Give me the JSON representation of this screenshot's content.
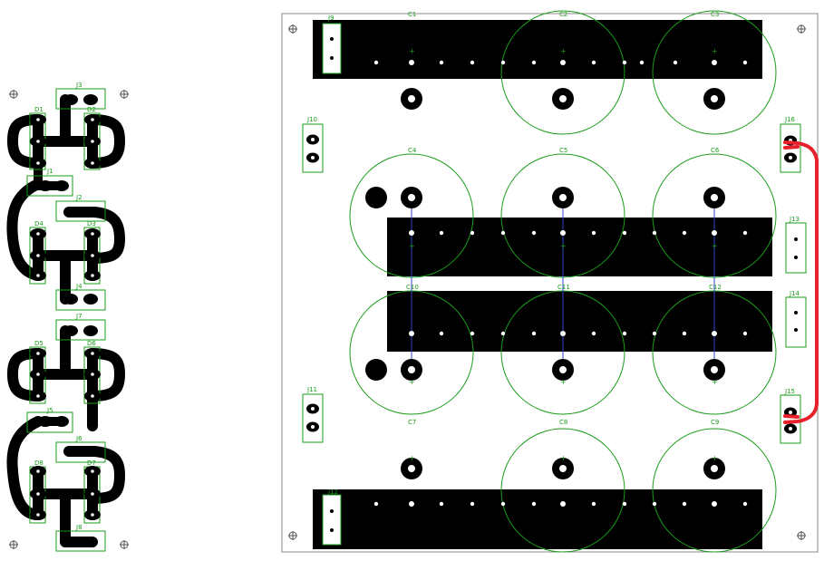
{
  "labels": {
    "left_components": [
      {
        "id": "lbl-j3",
        "text": "J3"
      },
      {
        "id": "lbl-d1",
        "text": "D1"
      },
      {
        "id": "lbl-d2",
        "text": "D2"
      },
      {
        "id": "lbl-j1",
        "text": "J1"
      },
      {
        "id": "lbl-j2",
        "text": "J2"
      },
      {
        "id": "lbl-d4",
        "text": "D4"
      },
      {
        "id": "lbl-d3",
        "text": "D3"
      },
      {
        "id": "lbl-j4",
        "text": "J4"
      },
      {
        "id": "lbl-j7",
        "text": "J7"
      },
      {
        "id": "lbl-d5",
        "text": "D5"
      },
      {
        "id": "lbl-d6",
        "text": "D6"
      },
      {
        "id": "lbl-j5",
        "text": "J5"
      },
      {
        "id": "lbl-j6",
        "text": "J6"
      },
      {
        "id": "lbl-d8",
        "text": "D8"
      },
      {
        "id": "lbl-d7",
        "text": "D7"
      },
      {
        "id": "lbl-j8",
        "text": "J8"
      }
    ],
    "right_components": [
      {
        "id": "lbl-j9",
        "text": "J9"
      },
      {
        "id": "lbl-c1",
        "text": "C1"
      },
      {
        "id": "lbl-c2",
        "text": "C2"
      },
      {
        "id": "lbl-c3",
        "text": "C3"
      },
      {
        "id": "lbl-j10",
        "text": "J10"
      },
      {
        "id": "lbl-j16",
        "text": "J16"
      },
      {
        "id": "lbl-c4",
        "text": "C4"
      },
      {
        "id": "lbl-c5",
        "text": "C5"
      },
      {
        "id": "lbl-c6",
        "text": "C6"
      },
      {
        "id": "lbl-j13",
        "text": "J13"
      },
      {
        "id": "lbl-c10",
        "text": "C10"
      },
      {
        "id": "lbl-c11",
        "text": "C11"
      },
      {
        "id": "lbl-c12",
        "text": "C12"
      },
      {
        "id": "lbl-j14",
        "text": "J14"
      },
      {
        "id": "lbl-j11",
        "text": "J11"
      },
      {
        "id": "lbl-j15",
        "text": "J15"
      },
      {
        "id": "lbl-c7",
        "text": "C7"
      },
      {
        "id": "lbl-c8",
        "text": "C8"
      },
      {
        "id": "lbl-c9",
        "text": "C9"
      },
      {
        "id": "lbl-j12",
        "text": "J12"
      }
    ]
  },
  "colors": {
    "copper": "#000000",
    "silkscreen": "#1a9c1a",
    "board_outline": "#888888",
    "wire": "#e8202a",
    "link": "#3344cc",
    "pad_hole": "#ffffff"
  }
}
